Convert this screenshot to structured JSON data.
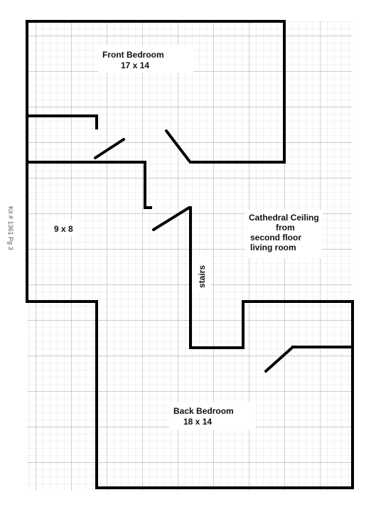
{
  "rooms": {
    "front_bedroom": {
      "name": "Front Bedroom",
      "size": "17 x 14"
    },
    "small_room": {
      "size": "9 x 8"
    },
    "cathedral": {
      "line1": "Cathedral Ceiling",
      "line2": "from",
      "line3": "second floor",
      "line4": "living room"
    },
    "stairs": "stairs",
    "back_bedroom": {
      "name": "Back Bedroom",
      "size": "18 x 14"
    }
  },
  "margin_text": "Kit # 1361 Pg 3"
}
